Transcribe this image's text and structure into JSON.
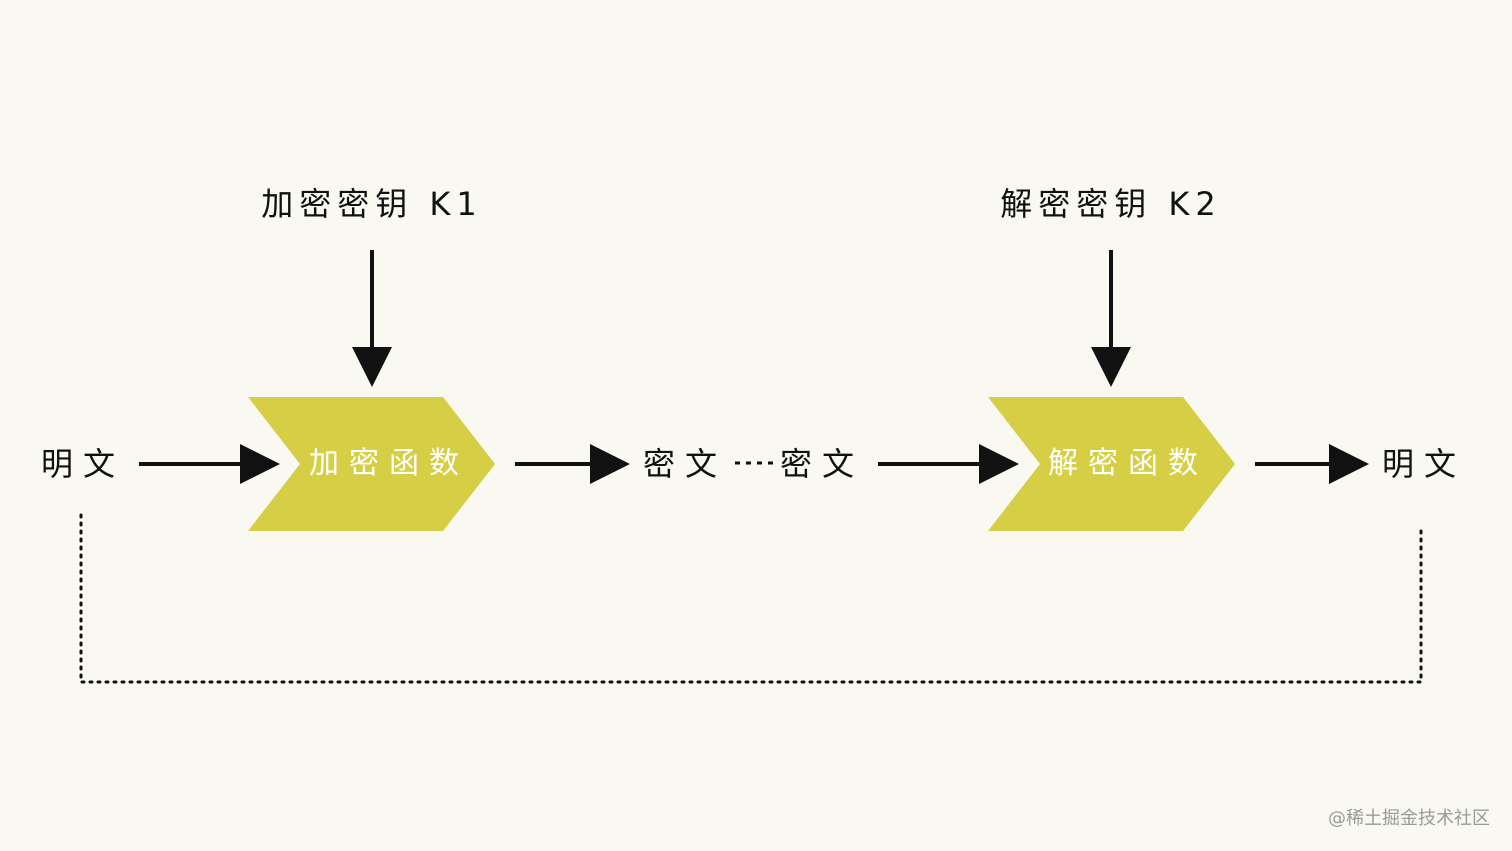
{
  "colors": {
    "background": "#f9f8f1",
    "chevron_fill": "#d6cf45",
    "line": "#111111",
    "chevron_text": "#ffffff",
    "watermark": "#9a9a9a"
  },
  "labels": {
    "plaintext_left": "明文",
    "encryption_function": "加密函数",
    "ciphertext_left": "密文",
    "ciphertext_right": "密文",
    "decryption_function": "解密函数",
    "plaintext_right": "明文",
    "encryption_key": "加密密钥 K1",
    "decryption_key": "解密密钥 K2",
    "watermark": "@稀土掘金技术社区"
  },
  "icons": {
    "arrow": "arrow-right-icon",
    "down_arrow": "arrow-down-icon"
  }
}
